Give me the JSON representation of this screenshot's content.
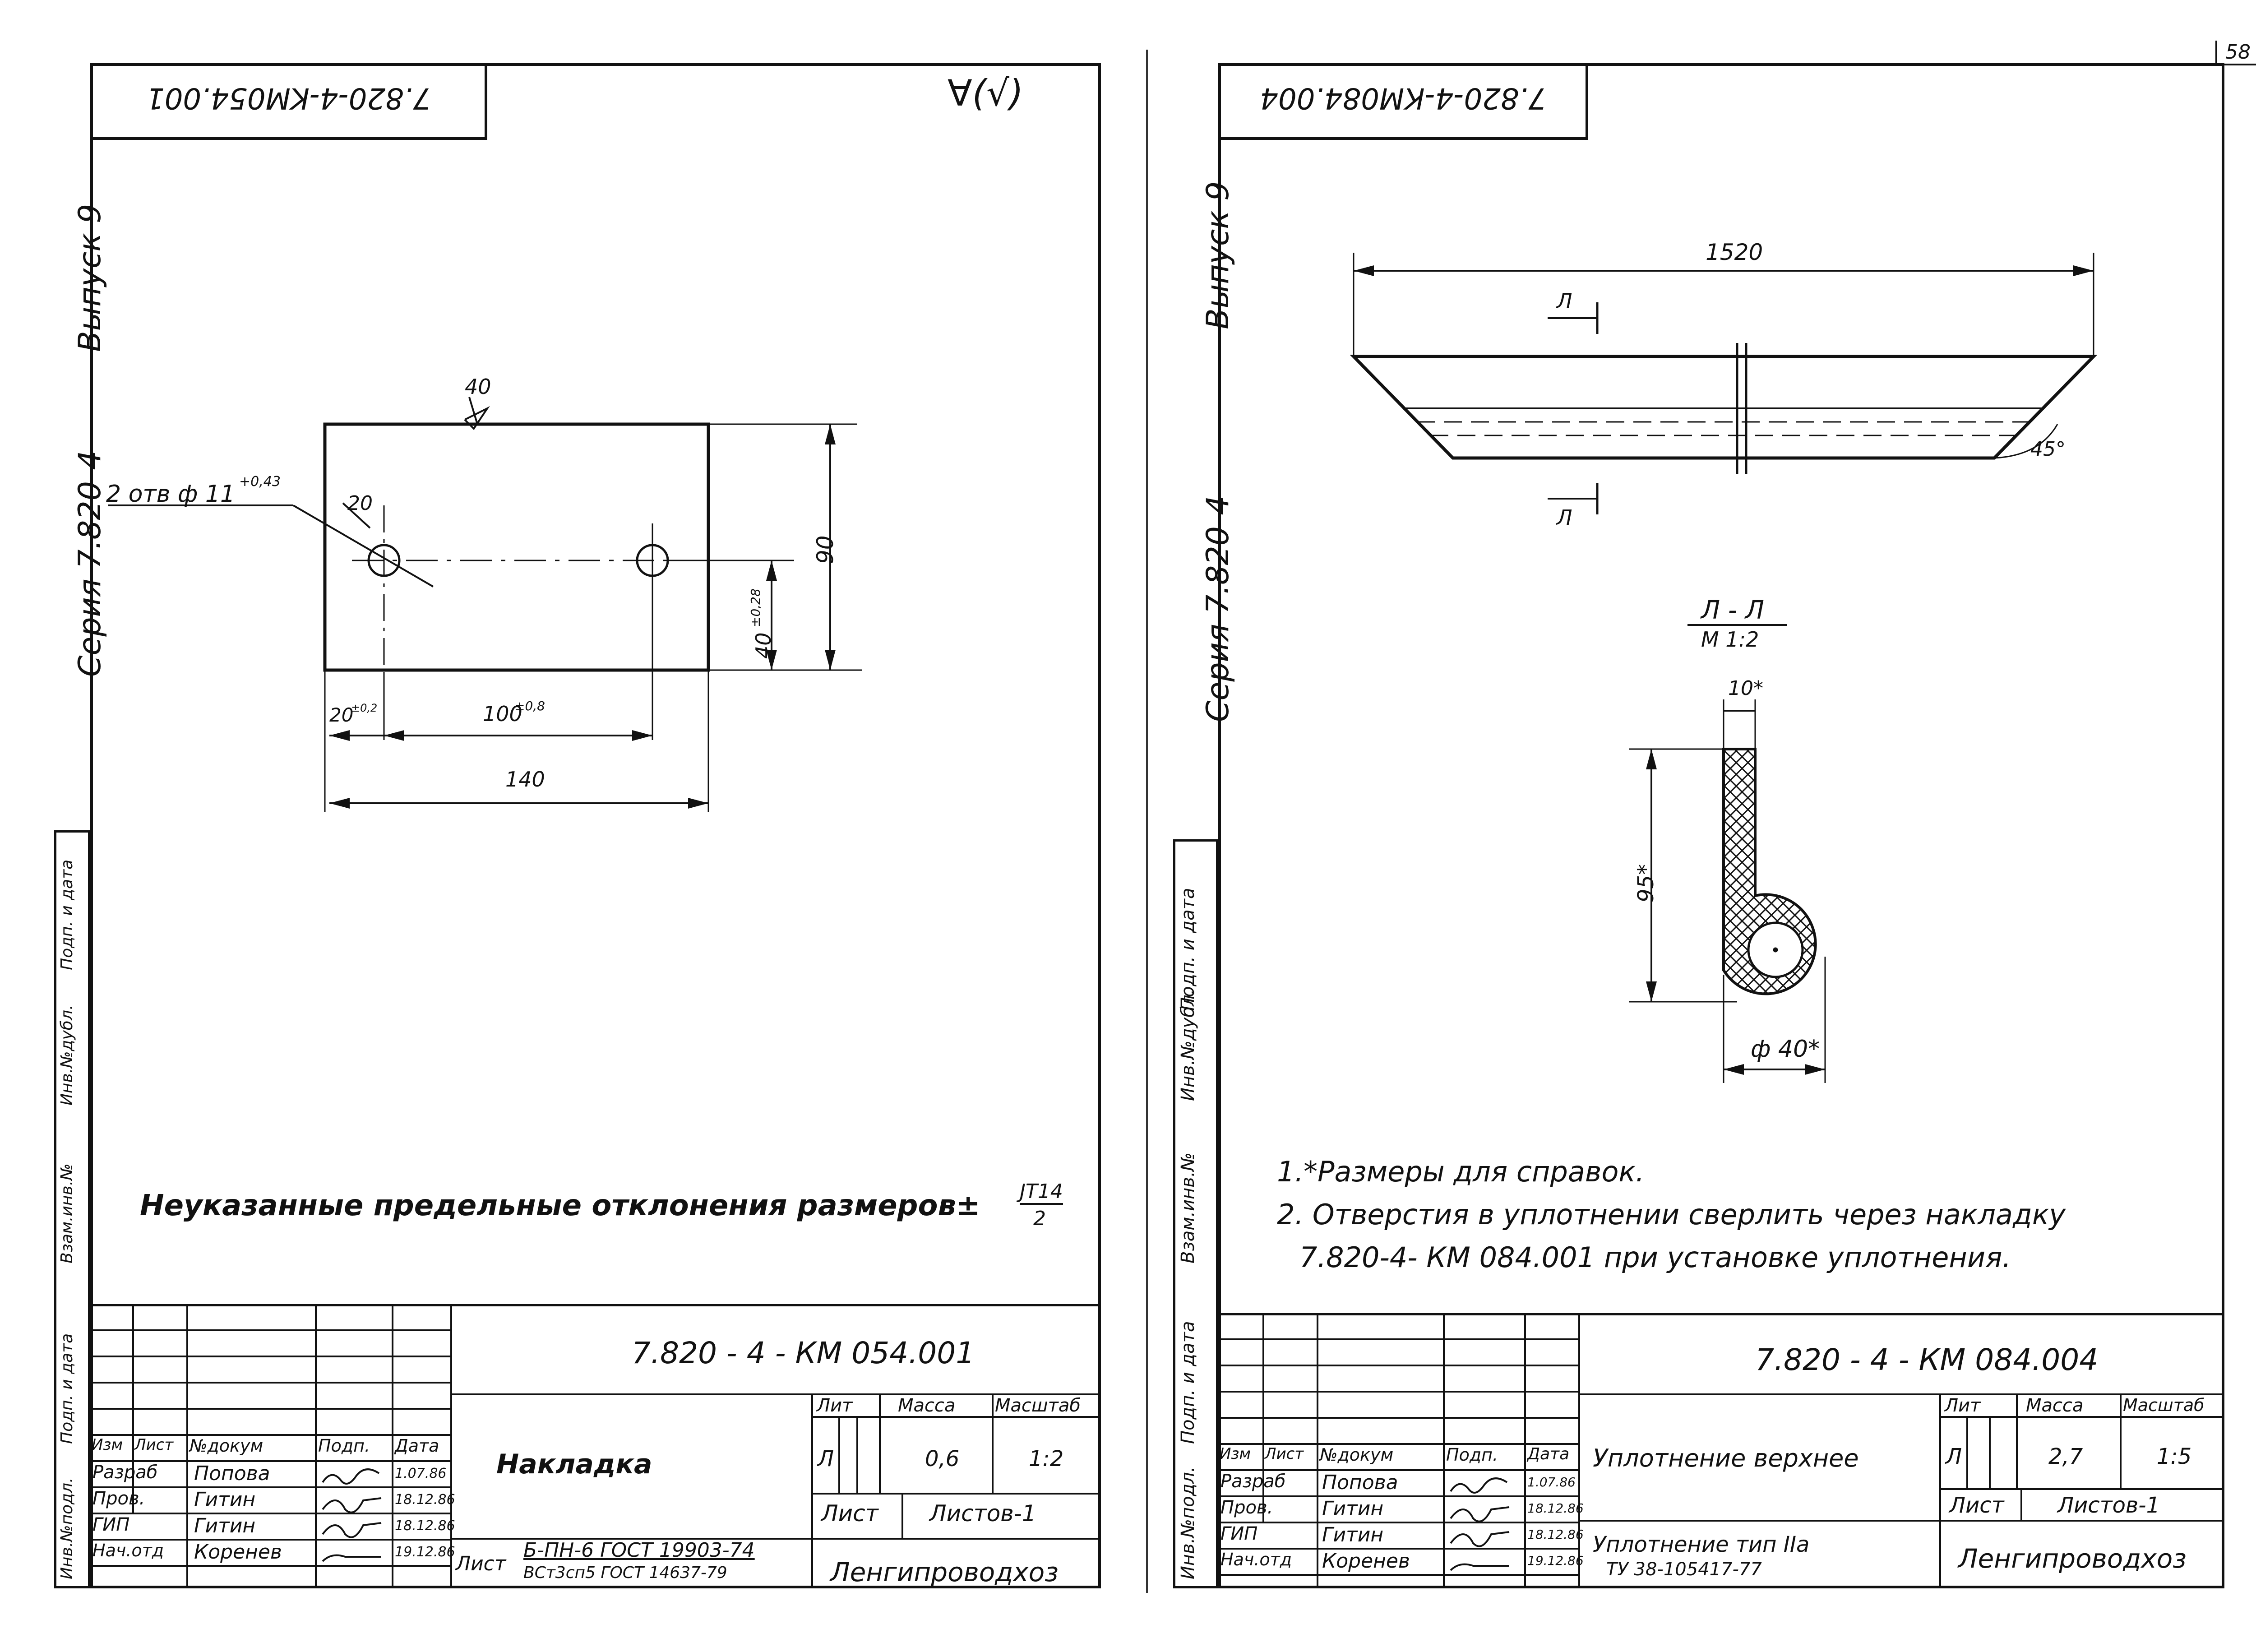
{
  "page_number": "58",
  "left_sheet": {
    "code_rotated": "7.820-4-KM054.001",
    "roughness_mark": "∀(√)",
    "series_label": "Серия 7.820-4",
    "issue_label": "Выпуск 9",
    "surface_mark": "40",
    "holes_label": "2 отв ф 11",
    "holes_tol": "+0,43",
    "chamfer_label": "20",
    "dim_height": "90",
    "dim_hole_offset": "40",
    "dim_hole_offset_tol": "±0,28",
    "dim_edge": "20",
    "dim_edge_tol": "±0,2",
    "dim_spacing": "100",
    "dim_spacing_tol": "±0,8",
    "dim_width": "140",
    "note_text": "Неуказанные предельные отклонения размеров±",
    "note_frac_num": "JT14",
    "note_frac_den": "2",
    "doc_code": "7.820 - 4 - КМ 054.001",
    "part_name": "Накладка",
    "lit_header": "Лит",
    "mass_header": "Масса",
    "scale_header": "Масштаб",
    "lit": "Л",
    "mass": "0,6",
    "scale": "1:2",
    "sheet_label": "Лист",
    "sheets_label": "Листов-1",
    "material_prefix": "Лист",
    "material_1": "Б-ПН-6 ГОСТ 19903-74",
    "material_2": "ВСт3сп5 ГОСТ 14637-79",
    "org": "Ленгипроводхоз",
    "side_labels": [
      "Инв.№подл.",
      "Подп. и дата",
      "Взам.инв.№",
      "Инв.№дубл.",
      "Подп. и дата"
    ]
  },
  "right_sheet": {
    "code_rotated": "7.820-4-КМ084.004",
    "series_label": "Серия 7.820-4",
    "issue_label": "Выпуск 9",
    "dim_length": "1520",
    "section_mark": "Л",
    "angle": "45°",
    "section_title": "Л - Л",
    "section_scale": "М 1:2",
    "dim_thickness": "10*",
    "dim_height": "95*",
    "dim_diameter": "ф 40*",
    "notes": [
      "1.*Размеры для справок.",
      "2. Отверстия в уплотнении сверлить через накладку",
      "7.820-4- КМ 084.001 при установке уплотнения."
    ],
    "doc_code": "7.820 - 4 - КМ 084.004",
    "part_name": "Уплотнение верхнее",
    "lit_header": "Лит",
    "mass_header": "Масса",
    "scale_header": "Масштаб",
    "lit": "Л",
    "mass": "2,7",
    "scale": "1:5",
    "sheet_label": "Лист",
    "sheets_label": "Листов-1",
    "material_1": "Уплотнение тип IIа",
    "material_2": "ТУ 38-105417-77",
    "org": "Ленгипроводхоз",
    "side_labels": [
      "Инв.№подл.",
      "Подп. и дата",
      "Взам.инв.№",
      "Инв.№дубл.",
      "Подп. и дата"
    ]
  },
  "signature_block": {
    "headers": [
      "Изм",
      "Лист",
      "№докум",
      "Подп.",
      "Дата"
    ],
    "rows": [
      {
        "role": "Разраб",
        "name": "Попова",
        "date": "1.07.86"
      },
      {
        "role": "Пров.",
        "name": "Гитин",
        "date": "18.12.86"
      },
      {
        "role": "ГИП",
        "name": "Гитин",
        "date": "18.12.86"
      },
      {
        "role": "Нач.отд",
        "name": "Коренев",
        "date": "19.12.86"
      }
    ]
  }
}
